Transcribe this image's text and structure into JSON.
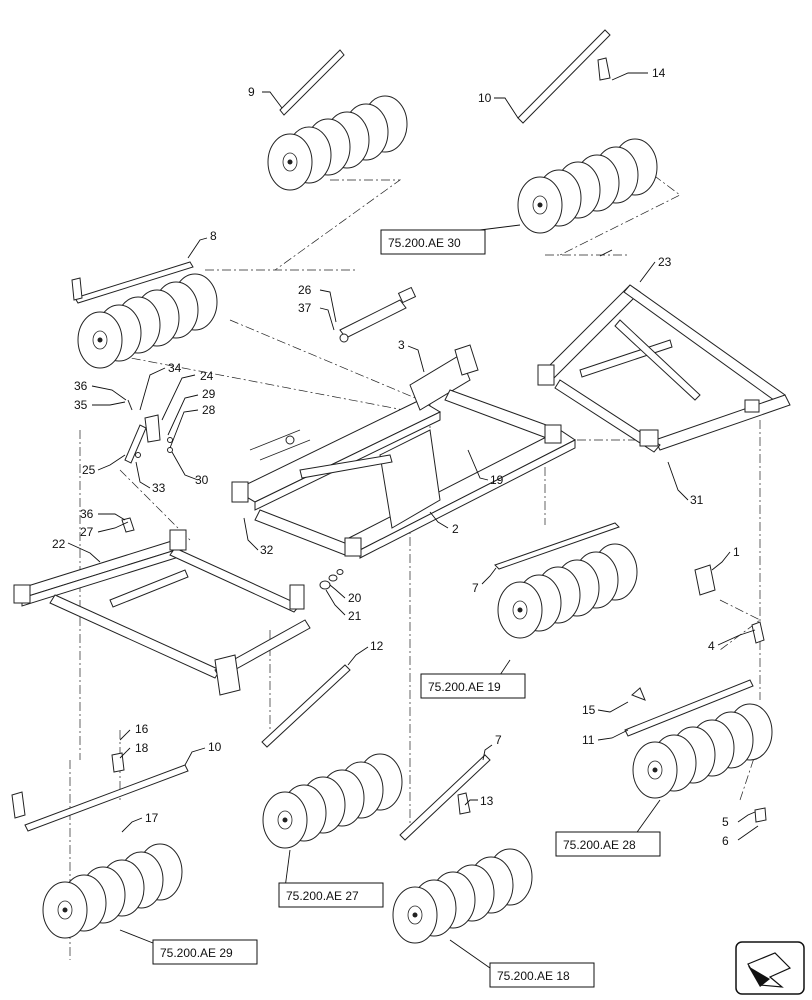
{
  "callouts": [
    "1",
    "2",
    "3",
    "4",
    "5",
    "6",
    "7",
    "7",
    "8",
    "9",
    "10",
    "10",
    "11",
    "12",
    "13",
    "14",
    "15",
    "16",
    "17",
    "18",
    "19",
    "20",
    "21",
    "22",
    "23",
    "24",
    "25",
    "26",
    "27",
    "28",
    "29",
    "30",
    "31",
    "32",
    "33",
    "34",
    "35",
    "36",
    "36",
    "37"
  ],
  "references": [
    "75.200.AE 30",
    "75.200.AE 19",
    "75.200.AE 28",
    "75.200.AE 27",
    "75.200.AE 18",
    "75.200.AE 29"
  ],
  "nav_icon": "next-page-arrow-icon"
}
